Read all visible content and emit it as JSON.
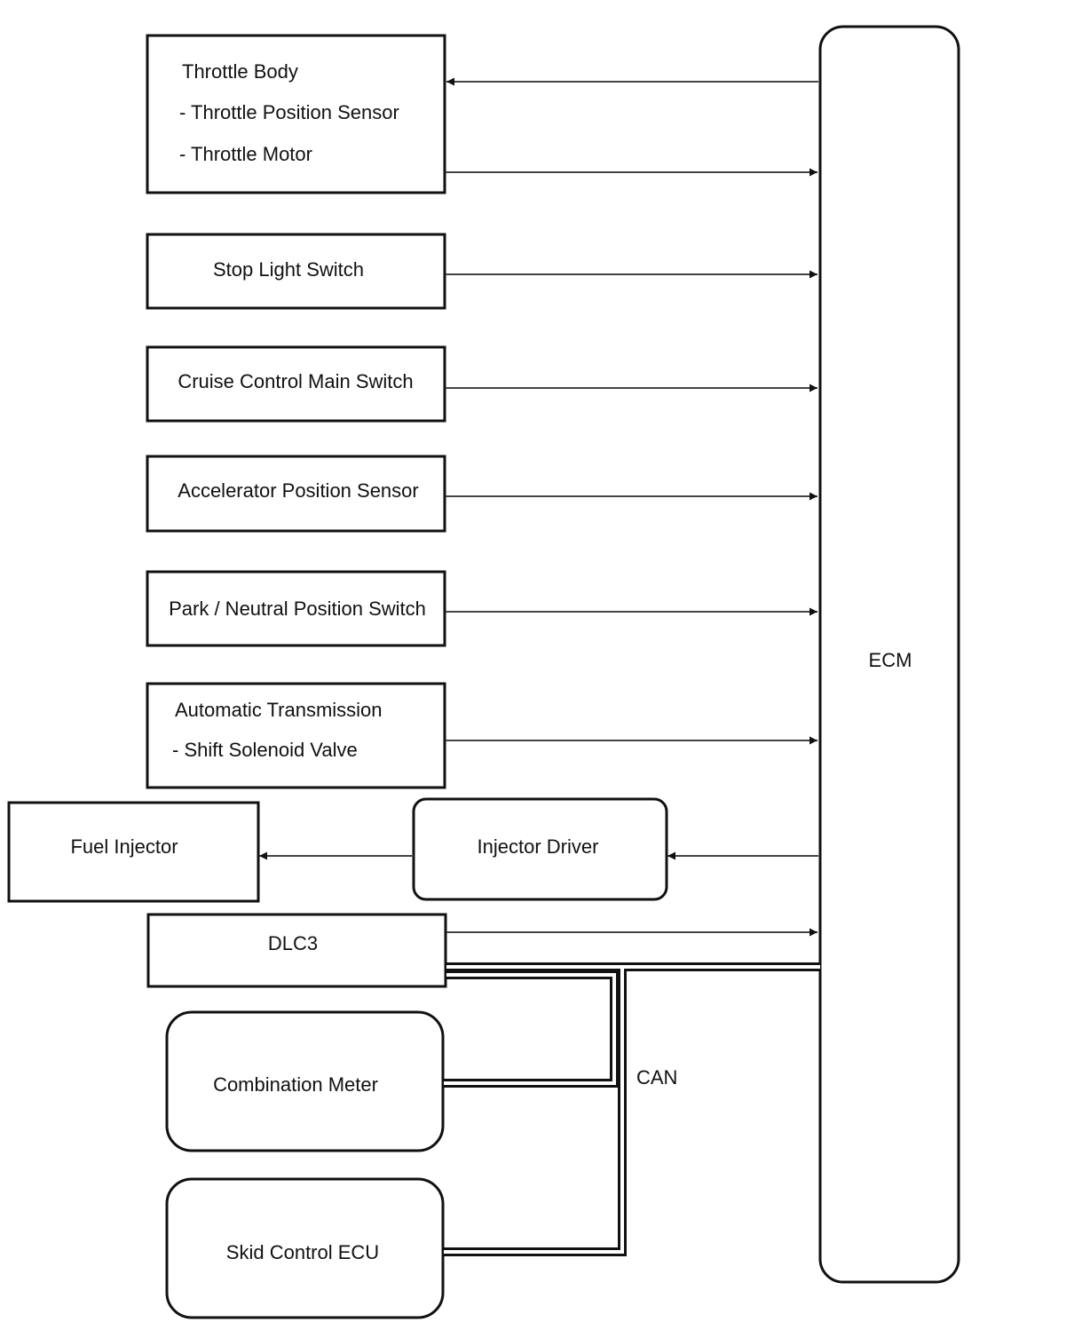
{
  "ecm": {
    "label": "ECM"
  },
  "throttle_body": {
    "title": "Throttle Body",
    "items": [
      "- Throttle Position Sensor",
      "- Throttle Motor"
    ]
  },
  "inputs": {
    "stop_light_switch": "Stop Light Switch",
    "cruise_main_switch": "Cruise Control Main Switch",
    "accelerator_sensor": "Accelerator Position Sensor",
    "park_neutral_switch": "Park / Neutral Position Switch"
  },
  "automatic_transmission": {
    "title": "Automatic Transmission",
    "items": [
      "- Shift Solenoid Valve"
    ]
  },
  "fuel_injector": "Fuel Injector",
  "injector_driver": "Injector Driver",
  "dlc3": "DLC3",
  "combination_meter": "Combination Meter",
  "skid_control_ecu": "Skid Control ECU",
  "can_label": "CAN"
}
